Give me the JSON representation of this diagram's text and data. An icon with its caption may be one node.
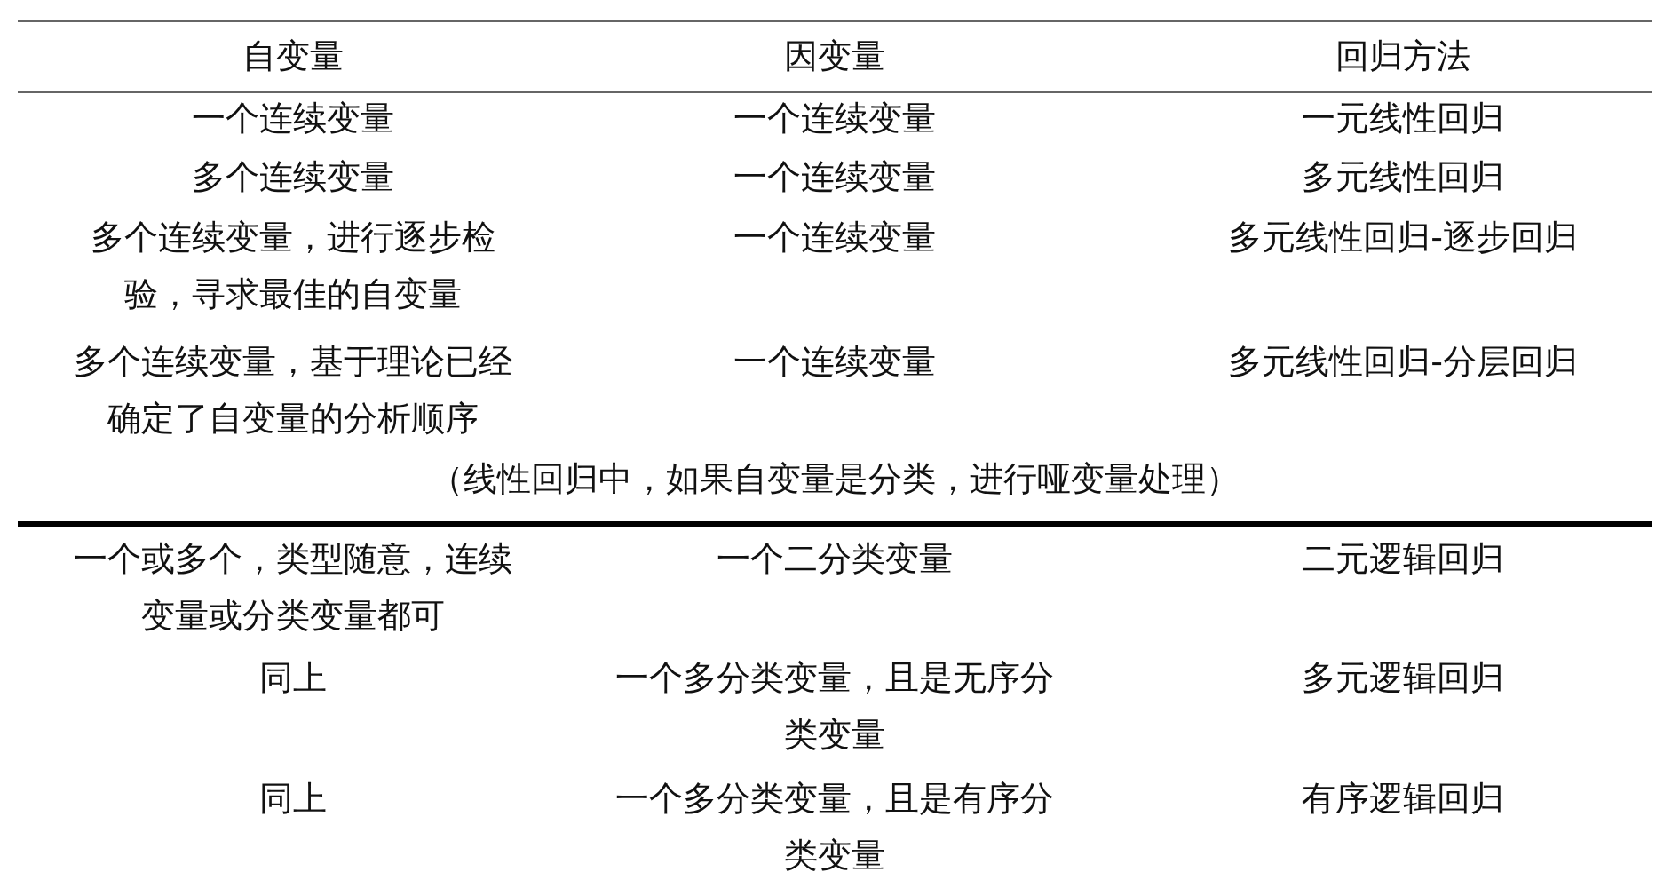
{
  "diagram": {
    "labels": [
      "自变量",
      "因变量",
      "回归方法",
      "一个连续变量",
      "一个连续变量",
      "一元线性回归",
      "多个连续变量",
      "一个连续变量",
      "多元线性回归",
      "多个连续变量，进行逐步检验，寻求最佳的自变量",
      "一个连续变量",
      "多元线性回归-逐步回归",
      "多个连续变量，基于理论已经确定了自变量的分析顺序",
      "一个连续变量",
      "多元线性回归-分层回归",
      "（线性回归中，如果自变量是分类，进行哑变量处理）",
      "一个或多个，类型随意，连续变量或分类变量都可",
      "一个二分类变量",
      "二元逻辑回归",
      "同上",
      "一个多分类变量，且是无序分类变量",
      "多元逻辑回归",
      "同上",
      "一个多分类变量，且是有序分类变量",
      "有序逻辑回归"
    ]
  }
}
